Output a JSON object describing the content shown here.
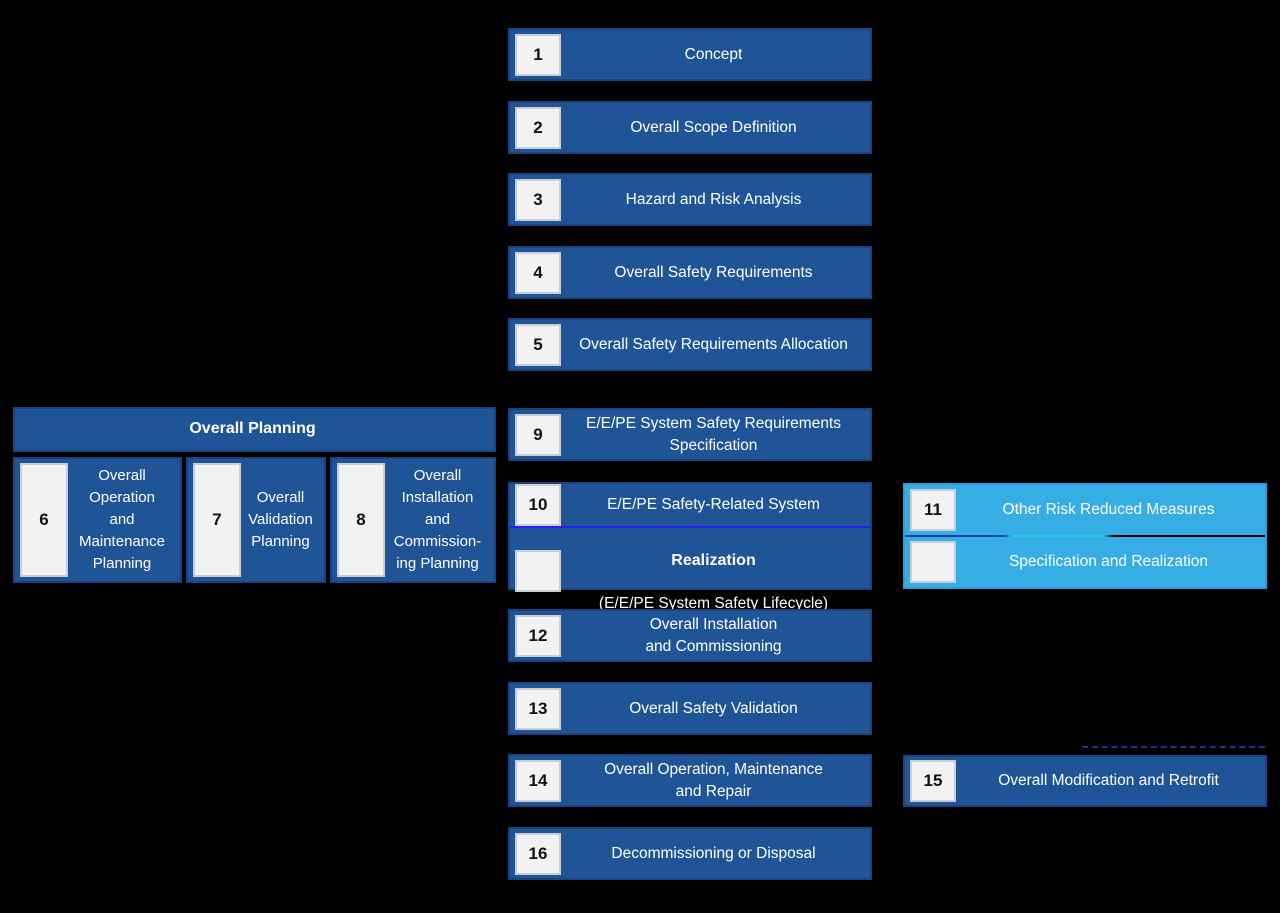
{
  "palette": {
    "background": "#000000",
    "box_dark_blue": "#1F5496",
    "box_dark_blue_border": "#1B4380",
    "box_light_blue": "#36ADE4",
    "number_square_bg": "#F2F2F2",
    "number_square_border": "#C9CED6",
    "number_text": "#111111",
    "label_text": "#FFFFFF",
    "realization_separator": "#2121F0",
    "cyan_separator_segment": "#19CDF2"
  },
  "boxes": {
    "b1": {
      "number": "1",
      "label": "Concept"
    },
    "b2": {
      "number": "2",
      "label": "Overall Scope Definition"
    },
    "b3": {
      "number": "3",
      "label": "Hazard and Risk Analysis"
    },
    "b4": {
      "number": "4",
      "label": "Overall Safety Requirements"
    },
    "b5": {
      "number": "5",
      "label": "Overall Safety Requirements Allocation"
    },
    "planning": {
      "header": "Overall Planning",
      "b6": {
        "number": "6",
        "lines": [
          "Overall",
          "Operation",
          "and",
          "Maintenance",
          "Planning"
        ]
      },
      "b7": {
        "number": "7",
        "lines": [
          "Overall",
          "Validation",
          "Planning"
        ]
      },
      "b8": {
        "number": "8",
        "lines": [
          "Overall",
          "Installation",
          "and",
          "Commission-",
          "ing Planning"
        ]
      }
    },
    "b9": {
      "number": "9",
      "lines": [
        "E/E/PE System Safety Requirements",
        "Specification"
      ]
    },
    "b10": {
      "number": "10",
      "row1": "E/E/PE Safety-Related System",
      "realization_title": "Realization",
      "realization_prefix": "(E/E/PE System ",
      "realization_underlined": "Safety",
      "realization_suffix": " Lifecycle)"
    },
    "b11": {
      "number": "11",
      "row1": "Other Risk Reduced Measures",
      "row2": "Specification and Realization"
    },
    "b12": {
      "number": "12",
      "lines": [
        "Overall Installation",
        "and Commissioning"
      ]
    },
    "b13": {
      "number": "13",
      "label": "Overall Safety Validation"
    },
    "b14": {
      "number": "14",
      "lines": [
        "Overall Operation, Maintenance",
        "and Repair"
      ]
    },
    "b15": {
      "number": "15",
      "label": "Overall Modification and Retrofit"
    },
    "b16": {
      "number": "16",
      "label": "Decommissioning or Disposal"
    }
  }
}
